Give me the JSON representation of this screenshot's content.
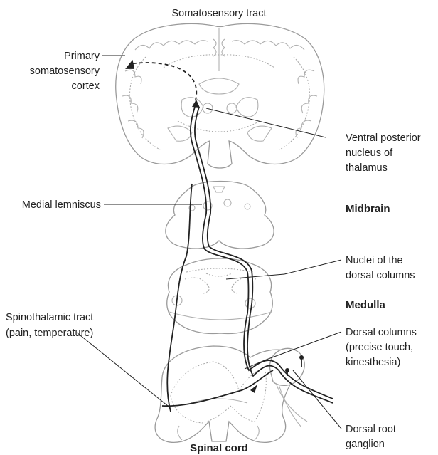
{
  "title": "Somatosensory tract",
  "labels": {
    "primary_cortex": [
      "Primary",
      "somatosensory",
      "cortex"
    ],
    "vpn": [
      "Ventral posterior",
      "nucleus of",
      "thalamus"
    ],
    "medial_lemniscus": "Medial lemniscus",
    "midbrain": "Midbrain",
    "nuclei_dorsal": [
      "Nuclei of the",
      "dorsal columns"
    ],
    "medulla": "Medulla",
    "spinothalamic": [
      "Spinothalamic tract",
      "(pain, temperature)"
    ],
    "dorsal_columns": [
      "Dorsal columns",
      "(precise touch,",
      "kinesthesia)"
    ],
    "drg": [
      "Dorsal root",
      "ganglion"
    ],
    "spinal_cord": "Spinal cord"
  },
  "colors": {
    "outline": "#9a9a9a",
    "tract": "#222222"
  }
}
